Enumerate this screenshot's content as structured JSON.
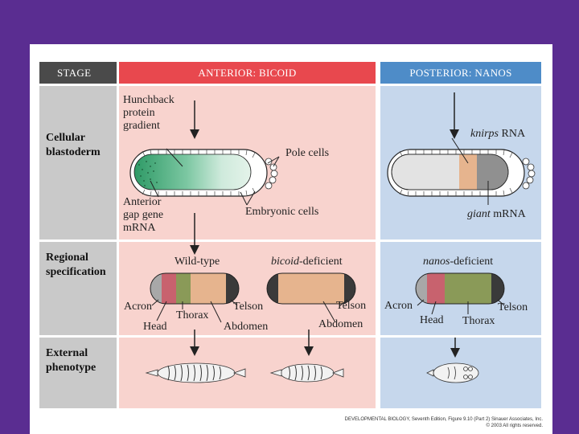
{
  "headers": {
    "stage": "STAGE",
    "anterior": "ANTERIOR: BICOID",
    "posterior": "POSTERIOR: NANOS"
  },
  "stages": {
    "cellular_blastoderm": "Cellular\nblastoderm",
    "regional_specification": "Regional\nspecification",
    "external_phenotype": "External\nphenotype"
  },
  "blastoderm": {
    "hunchback": "Hunchback\nprotein\ngradient",
    "pole_cells": "Pole cells",
    "anterior_gap": "Anterior\ngap gene\nmRNA",
    "embryonic_cells": "Embryonic cells",
    "knirps_gene": "knirps",
    "knirps_rest": " RNA",
    "giant_gene": "giant",
    "giant_rest": " mRNA"
  },
  "regional": {
    "wildtype_title": "Wild-type",
    "bicoid_gene": "bicoid",
    "bicoid_rest": "-deficient",
    "nanos_gene": "nanos",
    "nanos_rest": "-deficient",
    "acron": "Acron",
    "head": "Head",
    "thorax": "Thorax",
    "telson": "Telson",
    "abdomen": "Abdomen"
  },
  "footer": {
    "line1": "DEVELOPMENTAL BIOLOGY, Seventh Edition, Figure 9.10 (Part 2)  Sinauer Associates, Inc.",
    "line2": "© 2003 All rights reserved."
  },
  "colors": {
    "background": "#5a2d91",
    "stage_header": "#4a4a4a",
    "anterior_header": "#e8484e",
    "posterior_header": "#4e8cc8",
    "stage_column": "#c9c9c9",
    "anterior_column": "#f8d3ce",
    "posterior_column": "#c6d7ec",
    "hunchback_gradient": "#3aa06e",
    "acron": "#a8a8a8",
    "head": "#c8626e",
    "thorax": "#8a9a58",
    "abdomen": "#e6b48e",
    "telson": "#3a3a3a",
    "knirps": "#e6b48e",
    "giant": "#909090"
  }
}
